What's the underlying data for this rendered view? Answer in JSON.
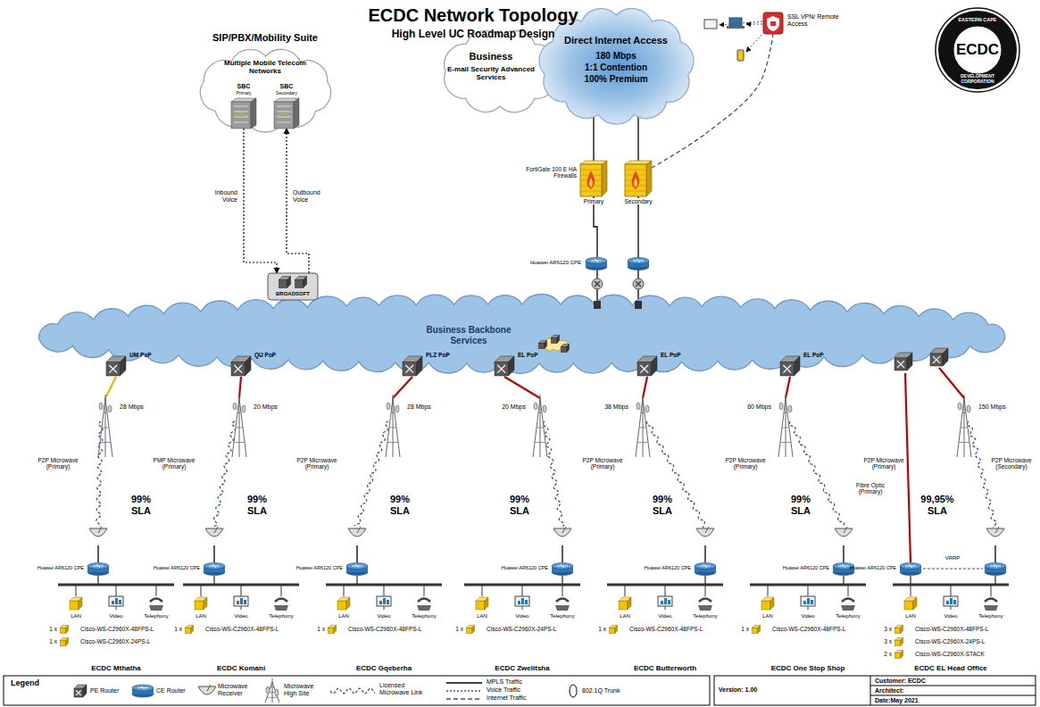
{
  "diagram": {
    "title": "ECDC Network Topology",
    "nodes": [
      {
        "text": [
          "SIP/PBX/Mobility Suite",
          "Multiple Mobile Telecom Networks"
        ]
      },
      {
        "text": [
          "SBC",
          "Primary"
        ],
        "in": 0
      },
      {
        "text": [
          "SBC",
          "Secondary"
        ],
        "in": 0
      },
      {
        "text": [
          "BROADSOFT"
        ]
      },
      {
        "text": [
          "Business",
          "E-mail Security Advanced Services"
        ]
      },
      {
        "text": [
          "Direct Internet Access",
          "180 Mbps",
          "1:1 Contention",
          "100% Premium"
        ]
      },
      {
        "text": [
          "FortiGate 100 E HA Firewalls",
          "Primary"
        ]
      },
      {
        "text": [
          "Secondary"
        ]
      },
      {
        "text": [
          "SSL VPN/ Remote Access"
        ]
      },
      {
        "text": [
          "Huawei AR6120 CPE"
        ]
      },
      {
        "text": [
          "Business Backbone Services"
        ]
      },
      {
        "text": [
          "UM PoP"
        ]
      },
      {
        "text": [
          "QU PoP"
        ]
      },
      {
        "text": [
          "PLZ PoP"
        ]
      },
      {
        "text": [
          "EL PoP"
        ]
      },
      {
        "text": [
          "EL PoP"
        ]
      },
      {
        "text": [
          "EL PoP"
        ]
      },
      {
        "text": [
          "Huawei AR6120 CPE"
        ]
      },
      {
        "text": [
          "Huawei AR6120 CPE"
        ]
      },
      {
        "text": [
          "Huawei AR6120 CPE"
        ]
      },
      {
        "text": [
          "Huawei AR6120 CPE"
        ]
      },
      {
        "text": [
          "Huawei AR6120 CPE"
        ]
      },
      {
        "text": [
          "Huawei AR6120 CPE"
        ]
      },
      {
        "text": [
          "Huawei AR6120 CPE"
        ]
      }
    ],
    "edges": [
      {
        "from": 1,
        "to": 3,
        "arrow": "to",
        "label": "Inbound Voice"
      },
      {
        "from": 3,
        "to": 2,
        "arrow": "to",
        "label": "Outbound Voice"
      },
      {
        "from": 5,
        "to": 6,
        "arrow": "none"
      },
      {
        "from": 5,
        "to": 7,
        "arrow": "none"
      },
      {
        "from": 7,
        "to": 8,
        "arrow": "none"
      },
      {
        "from": 6,
        "to": 9,
        "arrow": "none"
      },
      {
        "from": 9,
        "to": 10,
        "arrow": "none"
      },
      {
        "from": 7,
        "to": 10,
        "arrow": "none"
      },
      {
        "from": 11,
        "to": 17,
        "arrow": "none"
      },
      {
        "from": 12,
        "to": 18,
        "arrow": "none"
      },
      {
        "from": 13,
        "to": 19,
        "arrow": "none"
      },
      {
        "from": 14,
        "to": 20,
        "arrow": "none"
      },
      {
        "from": 15,
        "to": 21,
        "arrow": "none"
      },
      {
        "from": 16,
        "to": 22,
        "arrow": "none"
      }
    ],
    "labels": [
      "High Level UC Roadmap Design",
      "EASTERN CAPE",
      "ECDC",
      "DEVELOPMENT CORPORATION",
      "28 Mbps",
      "P2P Microwave (Primary)",
      "99% SLA",
      "LAN",
      "Video",
      "Telephony",
      "1 x",
      "Cisco-WS-C2960X-48FPS-L",
      "1 x",
      "Cisco-WS-C2960X-24PS-L",
      "ECDC Mthatha",
      "20 Mbps",
      "PMP Microwave (Primary)",
      "99% SLA",
      "LAN",
      "Video",
      "Telephony",
      "1 x",
      "Cisco-WS-C2960X-48FPS-L",
      "ECDC Komani",
      "28 Mbps",
      "P2P Microwave (Primary)",
      "99% SLA",
      "LAN",
      "Video",
      "Telephony",
      "1 x",
      "Cisco-WS-C2960X-48FPS-L",
      "ECDC Gqeberha",
      "20 Mbps",
      "P2P Microwave (Primary)",
      "99% SLA",
      "LAN",
      "Video",
      "Telephony",
      "1 x",
      "Cisco-WS-C2960X-24PS-L",
      "ECDC Zwelitsha",
      "38 Mbps",
      "P2P Microwave (Primary)",
      "99% SLA",
      "LAN",
      "Video",
      "Telephony",
      "1 x",
      "Cisco-WS-C2960X-48FPS-L",
      "ECDC Butterworth",
      "60 Mbps",
      "P2P Microwave (Primary)",
      "99% SLA",
      "LAN",
      "Video",
      "Telephony",
      "1 x",
      "Cisco-WS-C2960X-48FPS-L",
      "ECDC One Stop Shop",
      "Fibre Optic (Primary)",
      "150 Mbps",
      "P2P Microwave (Secondary)",
      "99,95% SLA",
      "VRRP",
      "LAN",
      "Video",
      "Telephony",
      "3 x",
      "Cisco-WS-C2960X-48FPS-L",
      "3 x",
      "Cisco-WS-C2960X-24PS-L",
      "2 x",
      "Cisco-WS-C2960X-STACK",
      "ECDC EL Head Office",
      "Legend",
      "Version: 1.00",
      "Customer: ECDC",
      "Architect:",
      "Date:May 2021"
    ],
    "legend": [
      {
        "text": "PE Router"
      },
      {
        "text": "CE Router"
      },
      {
        "text": "Microwave Receiver"
      },
      {
        "text": "Microwave High Site"
      },
      {
        "text": "Licensed Microwave Link"
      },
      {
        "text": "MPLS Traffic"
      },
      {
        "text": "Voice Traffic"
      },
      {
        "text": "Internet Traffic"
      },
      {
        "text": "802.1Q Trunk"
      }
    ]
  }
}
